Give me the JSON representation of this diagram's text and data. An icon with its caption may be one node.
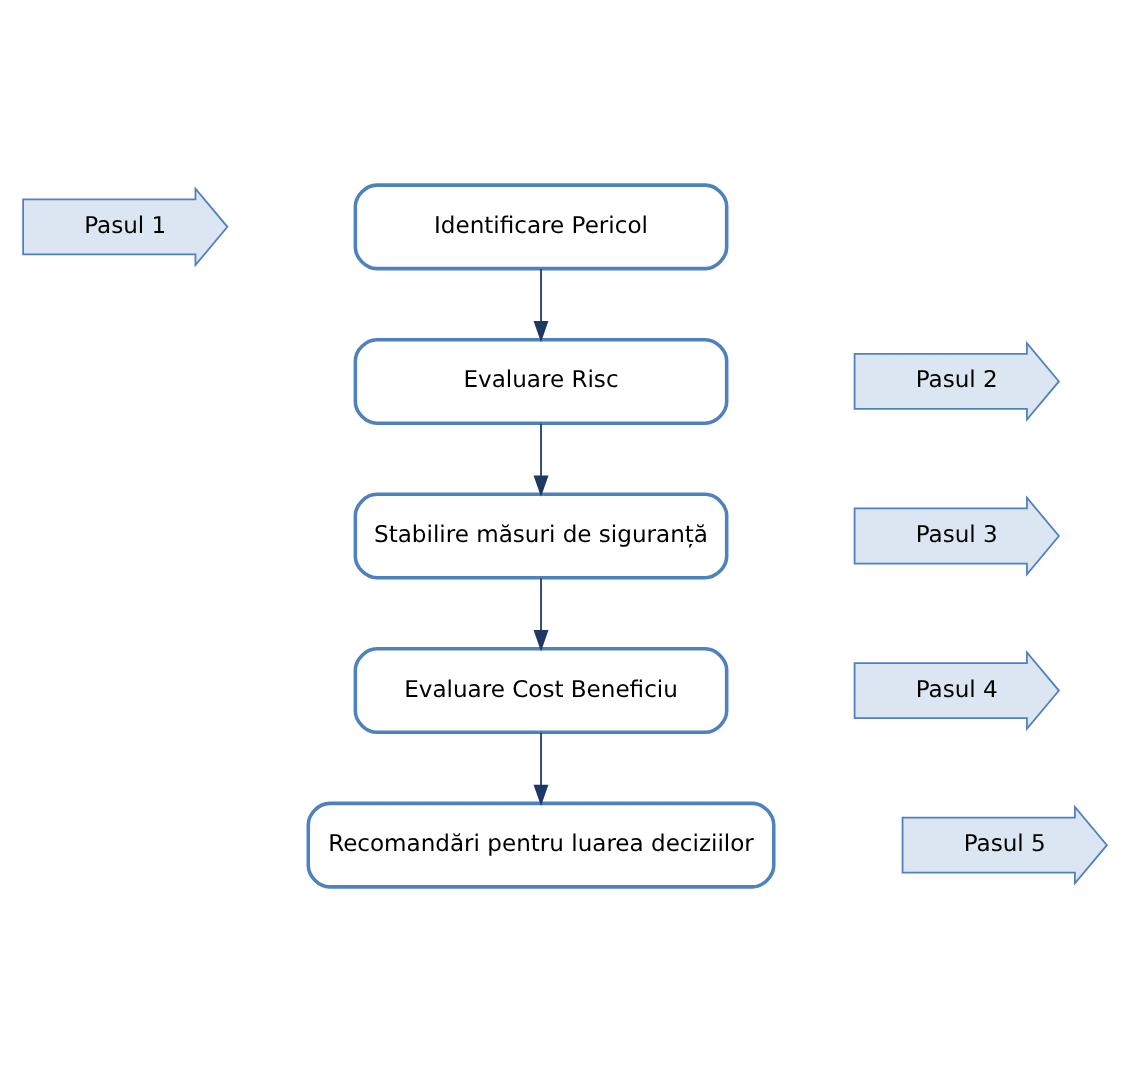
{
  "diagram": {
    "nodes": [
      {
        "text": [
          "Pasul 1"
        ]
      },
      {
        "text": [
          "Identificare Pericol"
        ]
      },
      {
        "text": [
          "Pasul 2"
        ]
      },
      {
        "text": [
          "Evaluare Risc"
        ]
      },
      {
        "text": [
          "Pasul 3"
        ]
      },
      {
        "text": [
          "Stabilire măsuri de siguranță"
        ]
      },
      {
        "text": [
          "Pasul 4"
        ]
      },
      {
        "text": [
          "Evaluare Cost Beneficiu"
        ]
      },
      {
        "text": [
          "Pasul 5"
        ]
      },
      {
        "text": [
          "Recomandări pentru luarea deciziilor"
        ]
      }
    ],
    "edges": [
      {
        "from": 1,
        "to": 3,
        "arrow": "to"
      },
      {
        "from": 3,
        "to": 5,
        "arrow": "to"
      },
      {
        "from": 5,
        "to": 7,
        "arrow": "to"
      },
      {
        "from": 7,
        "to": 9,
        "arrow": "to"
      }
    ]
  }
}
